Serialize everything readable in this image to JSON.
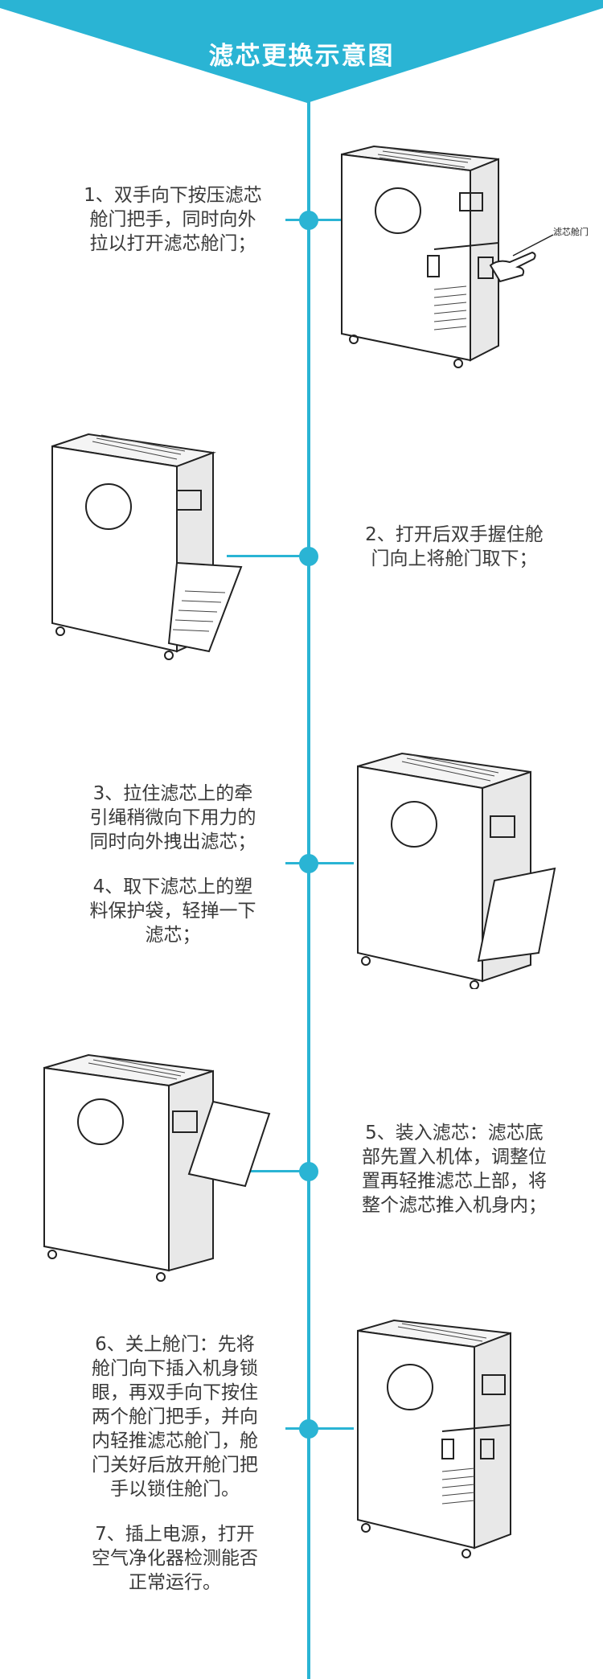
{
  "header": {
    "title": "滤芯更换示意图",
    "color": "#2ab4d4"
  },
  "steps": [
    {
      "lines": [
        "1、双手向下按压滤芯",
        "舱门把手，同时向外",
        "拉以打开滤芯舱门；"
      ]
    },
    {
      "lines": [
        "2、打开后双手握住舱",
        "门向上将舱门取下；"
      ]
    },
    {
      "lines": [
        "3、拉住滤芯上的牵",
        "引绳稍微向下用力的",
        "同时向外拽出滤芯；"
      ]
    },
    {
      "lines": [
        "4、取下滤芯上的塑",
        "料保护袋，轻掸一下",
        "滤芯；"
      ]
    },
    {
      "lines": [
        "5、装入滤芯：滤芯底",
        "部先置入机体，调整位",
        "置再轻推滤芯上部，将",
        "整个滤芯推入机身内；"
      ]
    },
    {
      "lines": [
        "6、关上舱门：先将",
        "舱门向下插入机身锁",
        "眼，再双手向下按住",
        "两个舱门把手，并向",
        "内轻推滤芯舱门，舱",
        "门关好后放开舱门把",
        "手以锁住舱门。"
      ]
    },
    {
      "lines": [
        "7、插上电源，打开",
        "空气净化器检测能否",
        "正常运行。"
      ]
    }
  ],
  "callouts": {
    "filter_door": "滤芯舱门"
  },
  "icons": [
    "air-purifier-illustration",
    "hand-pointer-icon",
    "timeline-node-icon"
  ]
}
